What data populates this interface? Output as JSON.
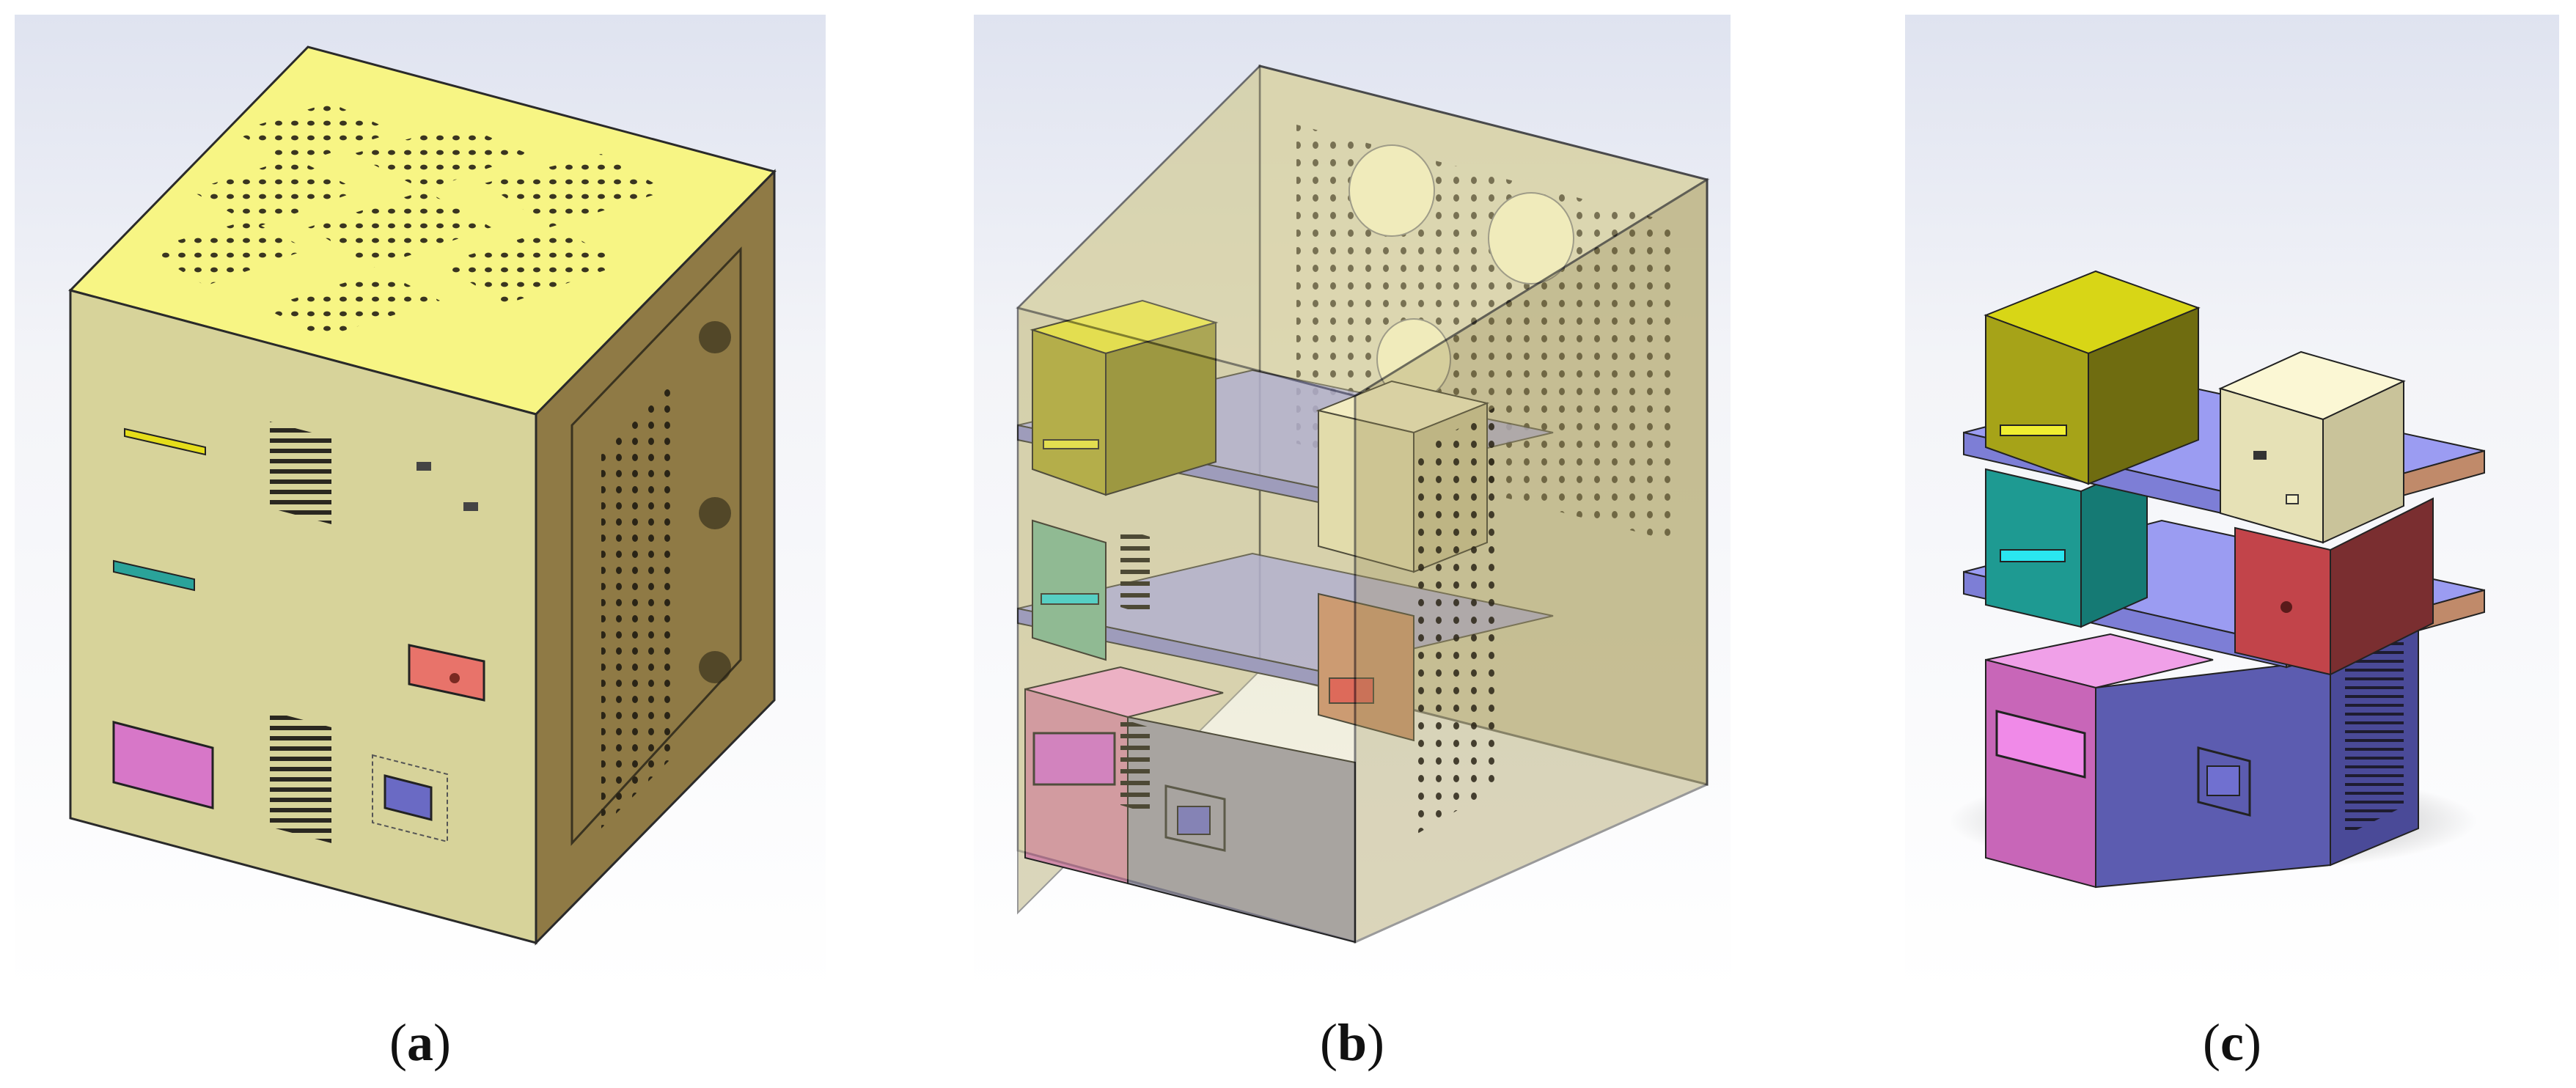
{
  "figure": {
    "panels": [
      {
        "id": "a",
        "caption_open": "(",
        "caption_letter": "a",
        "caption_close": ")"
      },
      {
        "id": "b",
        "caption_open": "(",
        "caption_letter": "b",
        "caption_close": ")"
      },
      {
        "id": "c",
        "caption_open": "(",
        "caption_letter": "c",
        "caption_close": ")"
      }
    ]
  },
  "colors": {
    "enclosure_top": "#f7f584",
    "enclosure_front": "#d7d39a",
    "enclosure_side": "#8f7a45",
    "module_yellow": "#c2bf2a",
    "module_cream": "#f3efc4",
    "module_teal": "#2aa39a",
    "module_red": "#d7665e",
    "module_pink": "#d777c8",
    "module_blue": "#6a6ac4",
    "shelf_blue": "#9b9cf2",
    "shelf_rail": "#c08a6a"
  }
}
